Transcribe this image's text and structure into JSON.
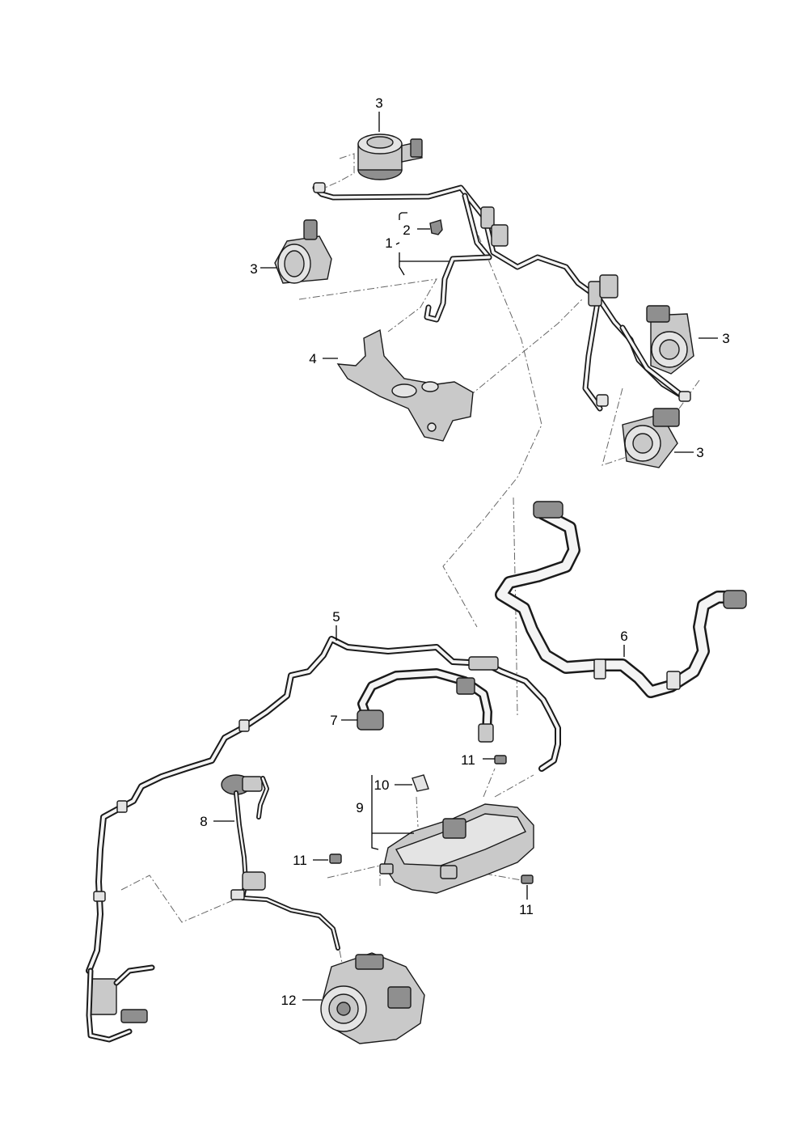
{
  "callouts": [
    {
      "id": "c-3-top",
      "text": "3"
    },
    {
      "id": "c-2",
      "text": "2"
    },
    {
      "id": "c-1",
      "text": "1"
    },
    {
      "id": "c-3-left",
      "text": "3"
    },
    {
      "id": "c-3-right",
      "text": "3"
    },
    {
      "id": "c-4",
      "text": "4"
    },
    {
      "id": "c-3-lower",
      "text": "3"
    },
    {
      "id": "c-5",
      "text": "5"
    },
    {
      "id": "c-6",
      "text": "6"
    },
    {
      "id": "c-7",
      "text": "7"
    },
    {
      "id": "c-11-a",
      "text": "11"
    },
    {
      "id": "c-10",
      "text": "10"
    },
    {
      "id": "c-9",
      "text": "9"
    },
    {
      "id": "c-8",
      "text": "8"
    },
    {
      "id": "c-11-b",
      "text": "11"
    },
    {
      "id": "c-11-c",
      "text": "11"
    },
    {
      "id": "c-12",
      "text": "12"
    }
  ]
}
